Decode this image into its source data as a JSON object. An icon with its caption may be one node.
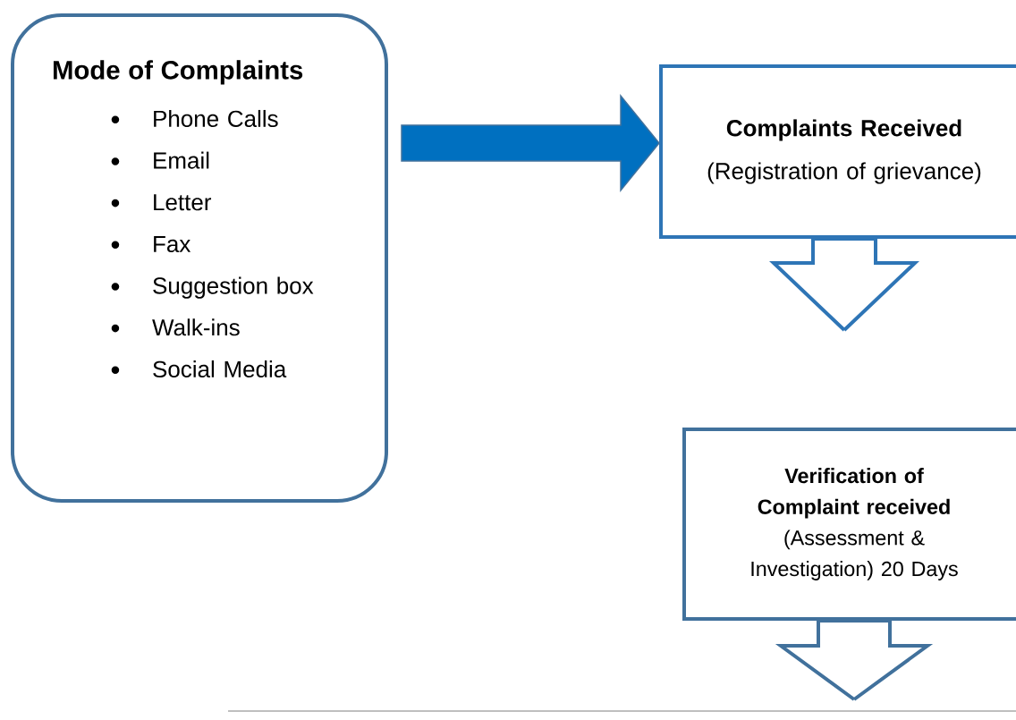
{
  "diagram": {
    "nodes": [
      {
        "text": [
          "Mode of Complaints",
          "Phone Calls",
          "Email",
          "Letter",
          "Fax",
          "Suggestion box",
          "Walk-ins",
          "Social Media"
        ]
      },
      {
        "text": [
          "Complaints Received",
          "(Registration of grievance)"
        ]
      },
      {
        "text": [
          "Verification of Complaint received",
          "(Assessment & Investigation) 20 Days"
        ]
      }
    ],
    "edges": [
      {
        "from": 0,
        "to": 1,
        "arrow": "to",
        "style": "thick",
        "color": "#0070c0"
      },
      {
        "from": 1,
        "to": 2,
        "arrow": "to"
      },
      {
        "from": 2,
        "to": null,
        "arrow": "to"
      }
    ]
  }
}
